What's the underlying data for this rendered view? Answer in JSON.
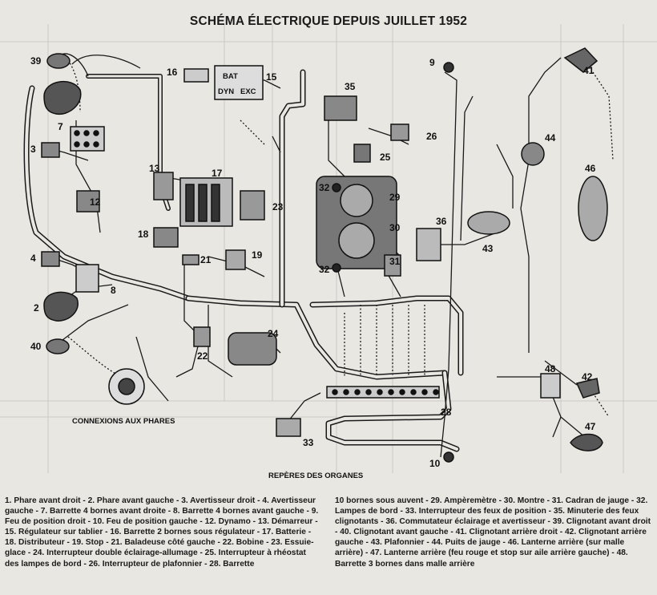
{
  "title": "SCHÉMA ÉLECTRIQUE DEPUIS JUILLET 1952",
  "captions": {
    "connexions": "CONNEXIONS AUX PHARES",
    "reperes": "REPÈRES DES ORGANES"
  },
  "labels": [
    {
      "id": "39",
      "text": "39"
    },
    {
      "id": "16",
      "text": "16"
    },
    {
      "id": "15",
      "text": "15"
    },
    {
      "id": "9",
      "text": "9"
    },
    {
      "id": "41",
      "text": "41"
    },
    {
      "id": "35",
      "text": "35"
    },
    {
      "id": "26",
      "text": "26"
    },
    {
      "id": "7",
      "text": "7"
    },
    {
      "id": "3",
      "text": "3"
    },
    {
      "id": "44",
      "text": "44"
    },
    {
      "id": "25",
      "text": "25"
    },
    {
      "id": "13",
      "text": "13"
    },
    {
      "id": "17",
      "text": "17"
    },
    {
      "id": "46",
      "text": "46"
    },
    {
      "id": "32a",
      "text": "32"
    },
    {
      "id": "29",
      "text": "29"
    },
    {
      "id": "12",
      "text": "12"
    },
    {
      "id": "23",
      "text": "23"
    },
    {
      "id": "30",
      "text": "30"
    },
    {
      "id": "36",
      "text": "36"
    },
    {
      "id": "18",
      "text": "18"
    },
    {
      "id": "43",
      "text": "43"
    },
    {
      "id": "4",
      "text": "4"
    },
    {
      "id": "19",
      "text": "19"
    },
    {
      "id": "21",
      "text": "21"
    },
    {
      "id": "31",
      "text": "31"
    },
    {
      "id": "32b",
      "text": "32"
    },
    {
      "id": "8",
      "text": "8"
    },
    {
      "id": "2",
      "text": "2"
    },
    {
      "id": "24",
      "text": "24"
    },
    {
      "id": "40",
      "text": "40"
    },
    {
      "id": "22",
      "text": "22"
    },
    {
      "id": "48",
      "text": "48"
    },
    {
      "id": "42",
      "text": "42"
    },
    {
      "id": "28",
      "text": "28"
    },
    {
      "id": "47",
      "text": "47"
    },
    {
      "id": "33",
      "text": "33"
    },
    {
      "id": "10",
      "text": "10"
    }
  ],
  "legend_left": "1. Phare avant droit - 2. Phare avant gauche - 3. Avertisseur droit - 4. Avertisseur gauche - 7. Barrette 4 bornes avant droite - 8. Barrette 4 bornes avant gauche - 9. Feu de position droit - 10. Feu de position gauche - 12. Dynamo - 13. Démarreur - 15. Régulateur sur tablier - 16. Barrette 2 bornes sous régulateur - 17. Batterie - 18. Distributeur - 19. Stop - 21. Baladeuse côté gauche - 22. Bobine - 23. Essuie-glace - 24. Interrupteur double éclairage-allumage - 25. Interrupteur à rhéostat des lampes de bord - 26. Interrupteur de plafonnier - 28. Barrette",
  "legend_right": "10 bornes sous auvent - 29. Ampèremètre - 30. Montre - 31. Cadran de jauge - 32. Lampes de bord - 33. Interrupteur des feux de position - 35. Minuterie des feux clignotants - 36. Commutateur éclairage et avertisseur - 39. Clignotant avant droit - 40. Clignotant avant gauche - 41. Clignotant arrière droit - 42. Clignotant arrière gauche - 43. Plafonnier - 44. Puits de jauge - 46. Lanterne arrière (sur malle arrière) - 47. Lanterne arrière (feu rouge et stop sur aile arrière gauche) - 48. Barrette 3 bornes dans malle arrière",
  "component_marks": {
    "bat": "BAT",
    "exc": "EXC",
    "dyn": "DYN"
  },
  "colors": {
    "ink": "#111111",
    "paper": "#e9e7e2",
    "ghost": "#a9a7a2"
  }
}
